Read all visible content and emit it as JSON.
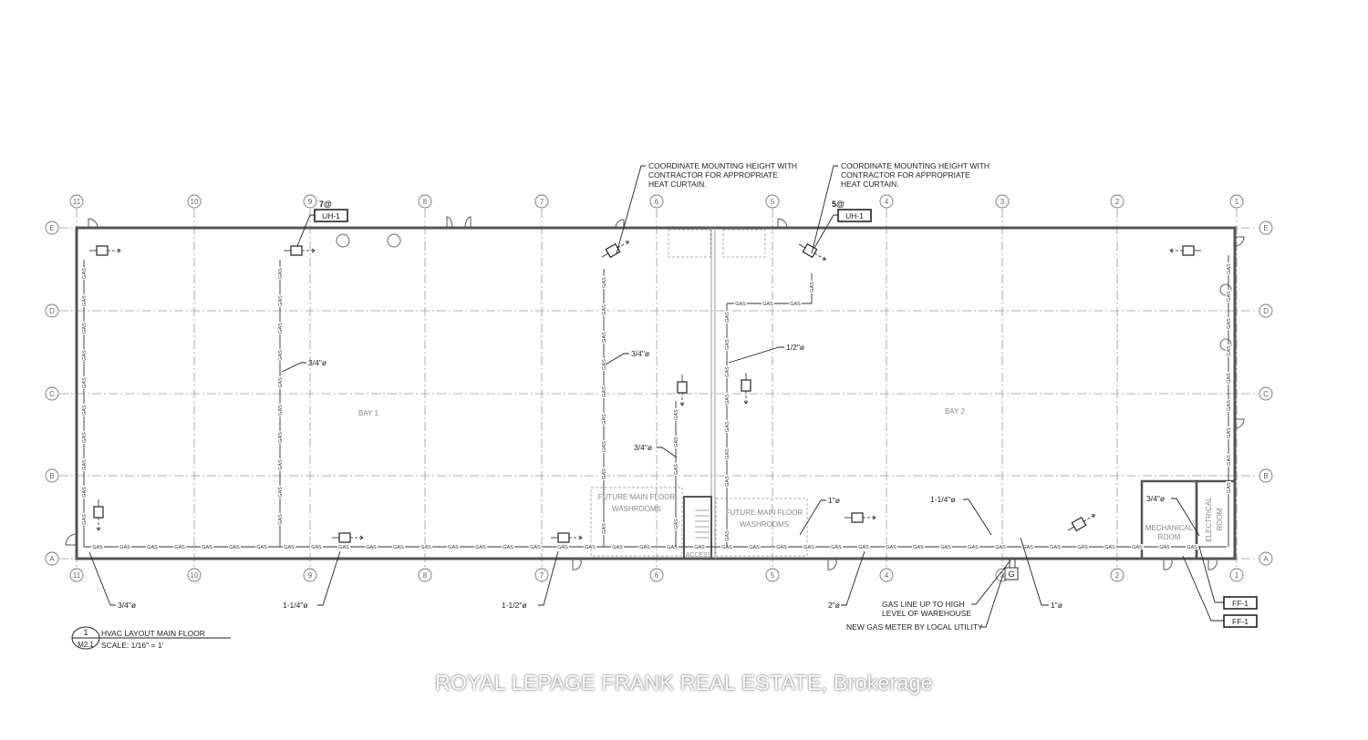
{
  "notes": {
    "heat_curtain_1": [
      "COORDINATE MOUNTING HEIGHT WITH",
      "CONTRACTOR FOR APPROPRIATE",
      "HEAT CURTAIN."
    ],
    "heat_curtain_2": [
      "COORDINATE MOUNTING HEIGHT WITH",
      "CONTRACTOR FOR APPROPRIATE",
      "HEAT CURTAIN."
    ],
    "gas_line_up": [
      "GAS LINE UP TO HIGH",
      "LEVEL OF WAREHOUSE"
    ],
    "gas_meter": "NEW GAS METER BY LOCAL UTILITY"
  },
  "grid_columns": [
    "11",
    "10",
    "9",
    "8",
    "7",
    "6",
    "5",
    "4",
    "3",
    "2",
    "1"
  ],
  "grid_rows": [
    "E",
    "D",
    "C",
    "B",
    "A"
  ],
  "equipment_tags": {
    "uh1_a": "UH-1",
    "uh1_a_qty": "7@",
    "uh1_b": "UH-1",
    "uh1_b_qty": "5@",
    "ff1_a": "FF-1",
    "ff1_b": "FF-1",
    "meter": "G"
  },
  "rooms": {
    "bay1": "BAY 1",
    "bay2": "BAY 2",
    "washrooms_1": [
      "FUTURE MAIN FLOOR",
      "WASHROOMS"
    ],
    "washrooms_2": [
      "FUTURE MAIN FLOOR",
      "WASHROOMS"
    ],
    "access": "ACCESS",
    "mechanical": [
      "MECHANICAL",
      "ROOM"
    ],
    "electrical": [
      "ELECTRICAL",
      "ROOM"
    ]
  },
  "pipe_sizes": {
    "s1": "3/4\"ø",
    "s2": "3/4\"ø",
    "s3": "1/2\"ø",
    "s4": "3/4\"ø",
    "s5": "1\"ø",
    "s6": "1-1/4\"ø",
    "s7": "3/4\"ø",
    "s8": "3/4\"ø",
    "s9": "1-1/4\"ø",
    "s10": "1-1/2\"ø",
    "s11": "2\"ø",
    "s12": "1\"ø"
  },
  "gas_label": "GAS",
  "title_block": {
    "number": "1",
    "sheet": "M2.1",
    "title": "HVAC LAYOUT MAIN FLOOR",
    "scale": "SCALE: 1/16\" = 1'"
  },
  "watermark": "ROYAL LEPAGE FRANK REAL ESTATE, Brokerage"
}
